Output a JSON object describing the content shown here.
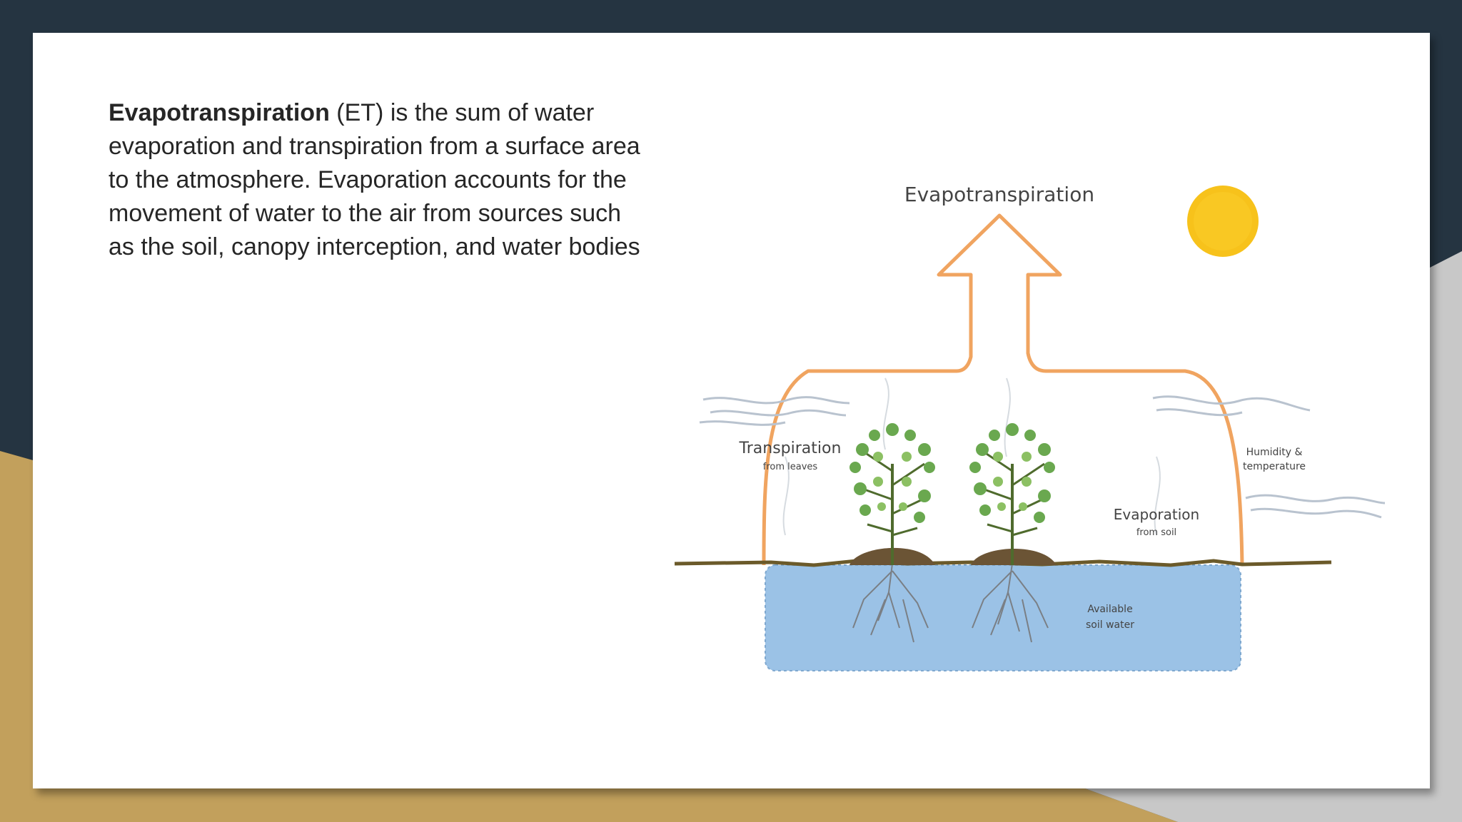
{
  "slide": {
    "term": "Evapotranspiration",
    "definition": " (ET) is the sum of water evaporation and transpiration from a surface area to the atmosphere. Evaporation accounts for the movement of water to the air from sources such as the soil, canopy interception, and water bodies"
  },
  "diagram": {
    "title": "Evapotranspiration",
    "transpiration_label": "Transpiration",
    "transpiration_sub": "from leaves",
    "evaporation_label": "Evaporation",
    "evaporation_sub": "from soil",
    "humidity_line1": "Humidity &",
    "humidity_line2": "temperature",
    "soil_water_line1": "Available",
    "soil_water_line2": "soil water",
    "colors": {
      "arrow": "#f0a460",
      "sun": "#f7c21b",
      "soil_water": "#9bc2e6",
      "leaves": "#6aa84f",
      "ground": "#6b5a2a"
    }
  }
}
